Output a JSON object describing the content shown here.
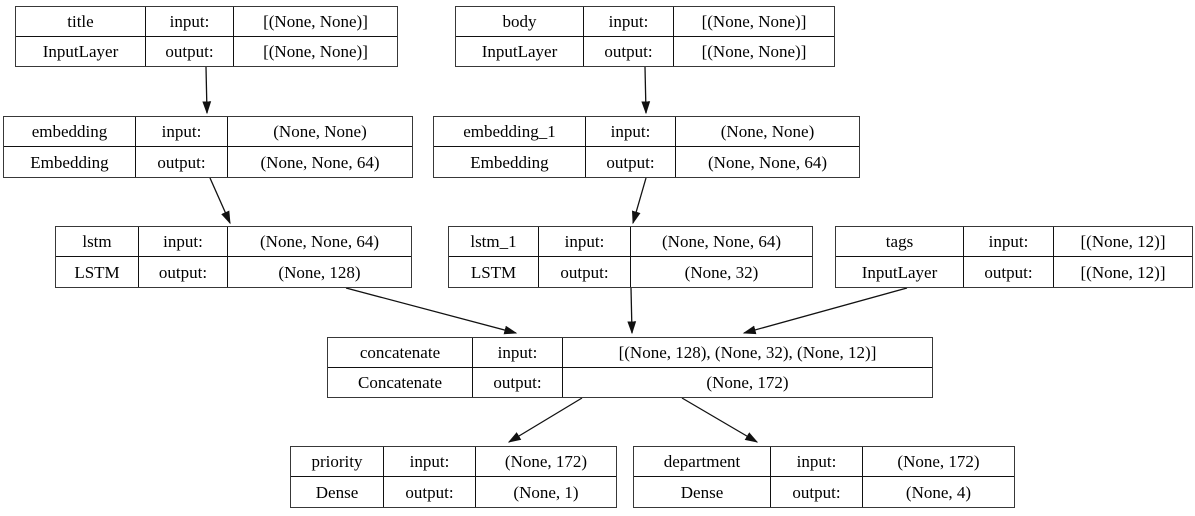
{
  "diagram": {
    "kind": "keras-model-plot",
    "background_color": "#ffffff",
    "border_color": "#383838",
    "text_color": "#000000",
    "labels": {
      "input": "input:",
      "output": "output:"
    },
    "nodes": {
      "title": {
        "name": "title",
        "type": "InputLayer",
        "input": "[(None, None)]",
        "output": "[(None, None)]"
      },
      "body": {
        "name": "body",
        "type": "InputLayer",
        "input": "[(None, None)]",
        "output": "[(None, None)]"
      },
      "embedding": {
        "name": "embedding",
        "type": "Embedding",
        "input": "(None, None)",
        "output": "(None, None, 64)"
      },
      "embedding_1": {
        "name": "embedding_1",
        "type": "Embedding",
        "input": "(None, None)",
        "output": "(None, None, 64)"
      },
      "lstm": {
        "name": "lstm",
        "type": "LSTM",
        "input": "(None, None, 64)",
        "output": "(None, 128)"
      },
      "lstm_1": {
        "name": "lstm_1",
        "type": "LSTM",
        "input": "(None, None, 64)",
        "output": "(None, 32)"
      },
      "tags": {
        "name": "tags",
        "type": "InputLayer",
        "input": "[(None, 12)]",
        "output": "[(None, 12)]"
      },
      "concatenate": {
        "name": "concatenate",
        "type": "Concatenate",
        "input": "[(None, 128), (None, 32), (None, 12)]",
        "output": "(None, 172)"
      },
      "priority": {
        "name": "priority",
        "type": "Dense",
        "input": "(None, 172)",
        "output": "(None, 1)"
      },
      "department": {
        "name": "department",
        "type": "Dense",
        "input": "(None, 172)",
        "output": "(None, 4)"
      }
    },
    "edges": [
      {
        "from": "title",
        "to": "embedding"
      },
      {
        "from": "body",
        "to": "embedding_1"
      },
      {
        "from": "embedding",
        "to": "lstm"
      },
      {
        "from": "embedding_1",
        "to": "lstm_1"
      },
      {
        "from": "lstm",
        "to": "concatenate"
      },
      {
        "from": "lstm_1",
        "to": "concatenate"
      },
      {
        "from": "tags",
        "to": "concatenate"
      },
      {
        "from": "concatenate",
        "to": "priority"
      },
      {
        "from": "concatenate",
        "to": "department"
      }
    ]
  }
}
